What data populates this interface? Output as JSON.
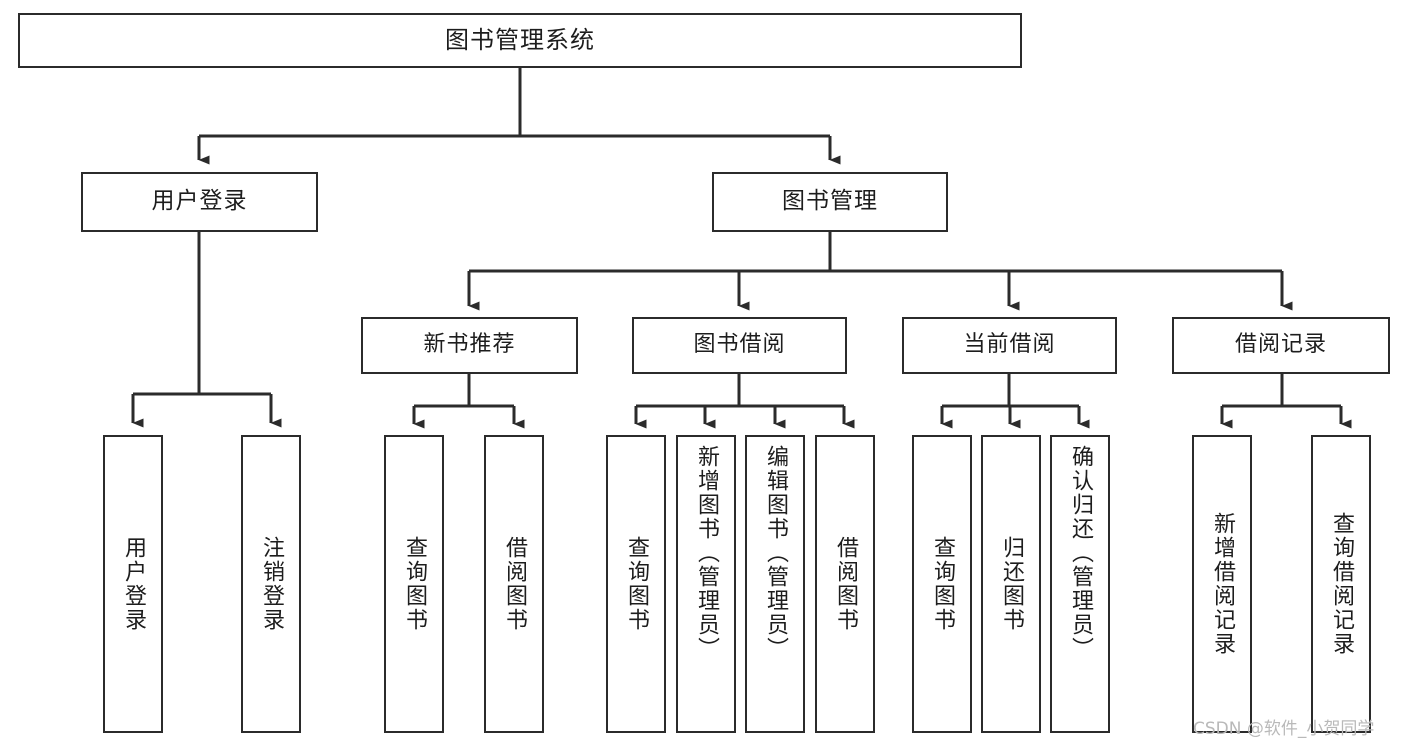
{
  "diagram": {
    "type": "tree-hierarchy",
    "title": "图书管理系统",
    "orientation": "top-down",
    "colors": {
      "box_border": "#2b2b2b",
      "box_fill": "#ffffff",
      "connector": "#2b2b2b",
      "text": "#1d1d1d",
      "watermark": "#b9b9b9"
    }
  },
  "root": {
    "label": "图书管理系统"
  },
  "level2": [
    {
      "label": "用户登录"
    },
    {
      "label": "图书管理"
    }
  ],
  "level3": [
    {
      "label": "新书推荐"
    },
    {
      "label": "图书借阅"
    },
    {
      "label": "当前借阅"
    },
    {
      "label": "借阅记录"
    }
  ],
  "leaves": {
    "user_login": [
      {
        "label": "用户登录"
      },
      {
        "label": "注销登录"
      }
    ],
    "new_book_recommend": [
      {
        "label": "查询图书"
      },
      {
        "label": "借阅图书"
      }
    ],
    "book_borrow": [
      {
        "label": "查询图书"
      },
      {
        "label": "新增图书（管理员）"
      },
      {
        "label": "编辑图书（管理员）"
      },
      {
        "label": "借阅图书"
      }
    ],
    "current_borrow": [
      {
        "label": "查询图书"
      },
      {
        "label": "归还图书"
      },
      {
        "label": "确认归还（管理员）"
      }
    ],
    "borrow_record": [
      {
        "label": "新增借阅记录"
      },
      {
        "label": "查询借阅记录"
      }
    ]
  },
  "watermark": {
    "text": "CSDN @软件_小贺同学"
  }
}
